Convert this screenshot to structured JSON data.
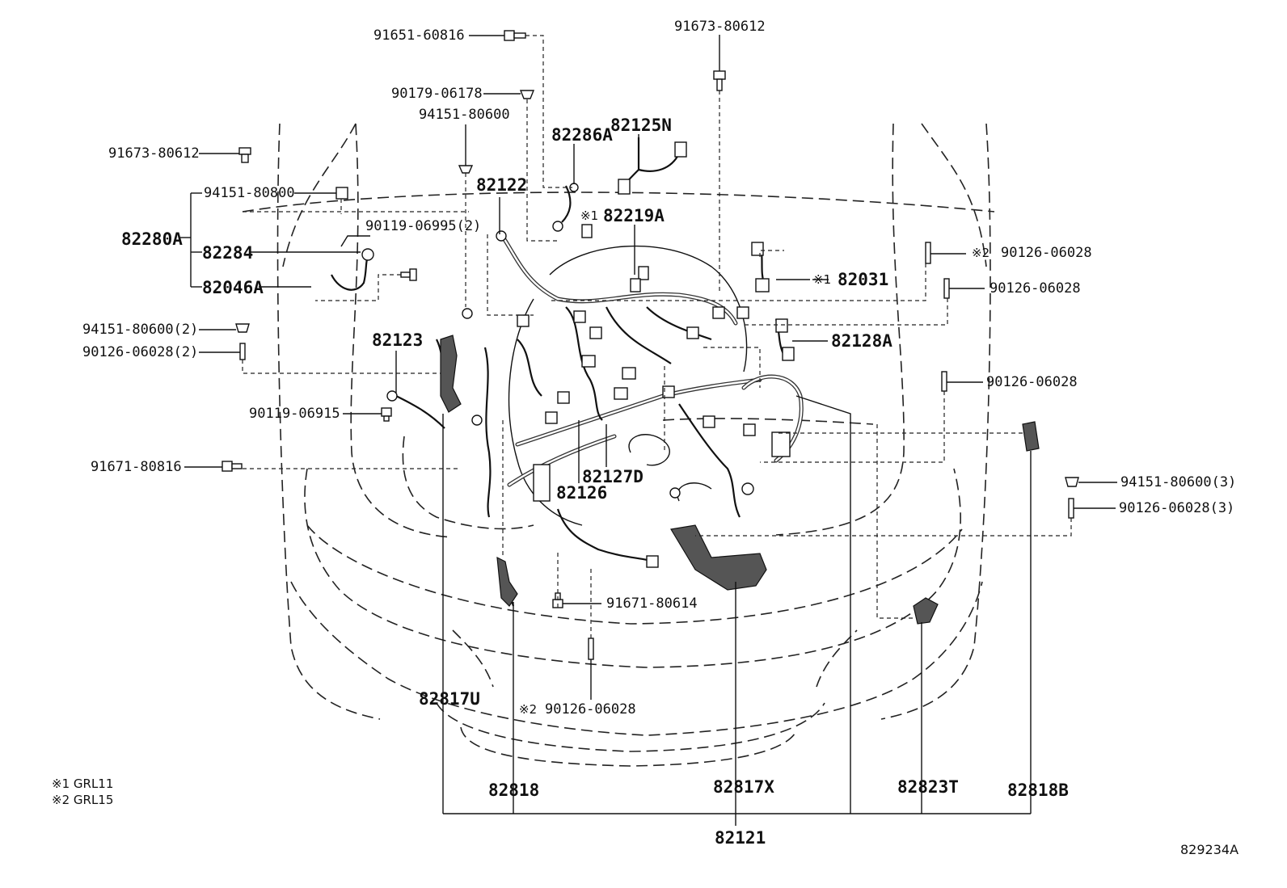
{
  "diagram_code": "829234A",
  "notes": [
    {
      "mark": "※1",
      "text": "GRL11"
    },
    {
      "mark": "※2",
      "text": "GRL15"
    }
  ],
  "labels": {
    "p91651_60816": "91651-60816",
    "p90179_06178": "90179-06178",
    "p94151_80600": "94151-80600",
    "p91673_80612_top": "91673-80612",
    "p91673_80612_left": "91673-80612",
    "p94151_80800": "94151-80800",
    "p90119_06995": "90119-06995(2)",
    "p82280A": "82280A",
    "p82284": "82284",
    "p82046A": "82046A",
    "p94151_80600_2": "94151-80600(2)",
    "p90126_06028_2": "90126-06028(2)",
    "p82123": "82123",
    "p90119_06915": "90119-06915",
    "p91671_80816": "91671-80816",
    "p82286A": "82286A",
    "p82125N": "82125N",
    "p82122": "82122",
    "p82219A": "82219A",
    "p82219A_mark": "※1",
    "p90126_06028_r1": "90126-06028",
    "p90126_06028_r1_mark": "※2",
    "p82031": "82031",
    "p82031_mark": "※1",
    "p90126_06028_r2": "90126-06028",
    "p82128A": "82128A",
    "p90126_06028_r3": "90126-06028",
    "p94151_80600_3": "94151-80600(3)",
    "p90126_06028_3": "90126-06028(3)",
    "p82127D": "82127D",
    "p82126": "82126",
    "p91671_80614": "91671-80614",
    "p90126_06028_b": "90126-06028",
    "p90126_06028_b_mark": "※2",
    "p82817U": "82817U",
    "p82818": "82818",
    "p82817X": "82817X",
    "p82823T": "82823T",
    "p82818B": "82818B",
    "p82121": "82121"
  }
}
